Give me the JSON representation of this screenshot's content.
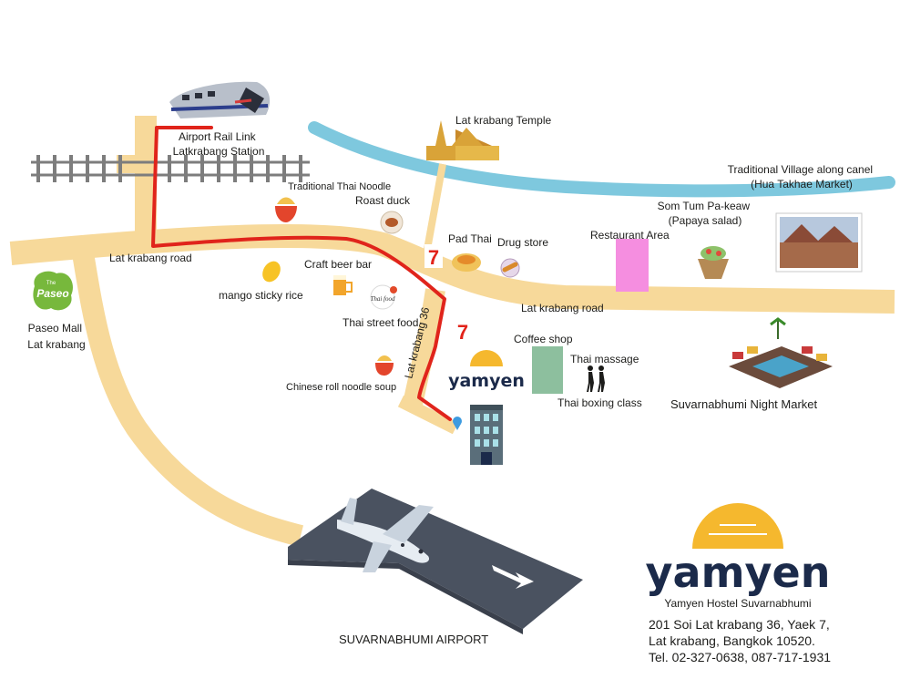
{
  "colors": {
    "road": "#f7d99a",
    "river": "#7ec8de",
    "route": "#e0241b",
    "logo_sun": "#f5b82e",
    "logo_text": "#1b2a4a",
    "runway": "#4a5260",
    "coffee_shop": "#8dbf9e",
    "restaurant_area": "#f58ee0"
  },
  "transit": {
    "station_line1": "Airport Rail Link",
    "station_line2": "Latkrabang Station",
    "icon": "train-icon"
  },
  "roads": {
    "road_west": "Lat krabang road",
    "road_east": "Lat krabang road",
    "soi": "Lat krabang 36"
  },
  "places": {
    "temple": "Lat krabang Temple",
    "village_line1": "Traditional Village along canel",
    "village_line2": "(Hua Takhae Market)",
    "noodle": "Traditional Thai Noodle",
    "roast_duck": "Roast duck",
    "pad_thai": "Pad Thai",
    "drug_store": "Drug store",
    "restaurant_area": "Restaurant Area",
    "som_tum_line1": "Som Tum Pa-keaw",
    "som_tum_line2": "(Papaya salad)",
    "craft_beer": "Craft beer bar",
    "mango": "mango sticky rice",
    "street_food": "Thai street food",
    "coffee_shop": "Coffee shop",
    "thai_massage": "Thai massage",
    "boxing": "Thai boxing class",
    "roll_noodle": "Chinese roll noodle soup",
    "night_market": "Suvarnabhumi Night Market",
    "paseo_line1": "Paseo Mall",
    "paseo_line2": "Lat krabang",
    "paseo_logo_small": "The",
    "paseo_logo": "Paseo",
    "airport": "SUVARNABHUMI AIRPORT",
    "seven_eleven": "7",
    "street_food_badge": "Thai food"
  },
  "hostel": {
    "map_logo": "yamyen",
    "logo": "yamyen",
    "name": "Yamyen Hostel Suvarnabhumi",
    "address_line1": "201 Soi Lat krabang 36, Yaek 7,",
    "address_line2": "Lat krabang, Bangkok 10520.",
    "phone": "Tel. 02-327-0638, 087-717-1931"
  }
}
